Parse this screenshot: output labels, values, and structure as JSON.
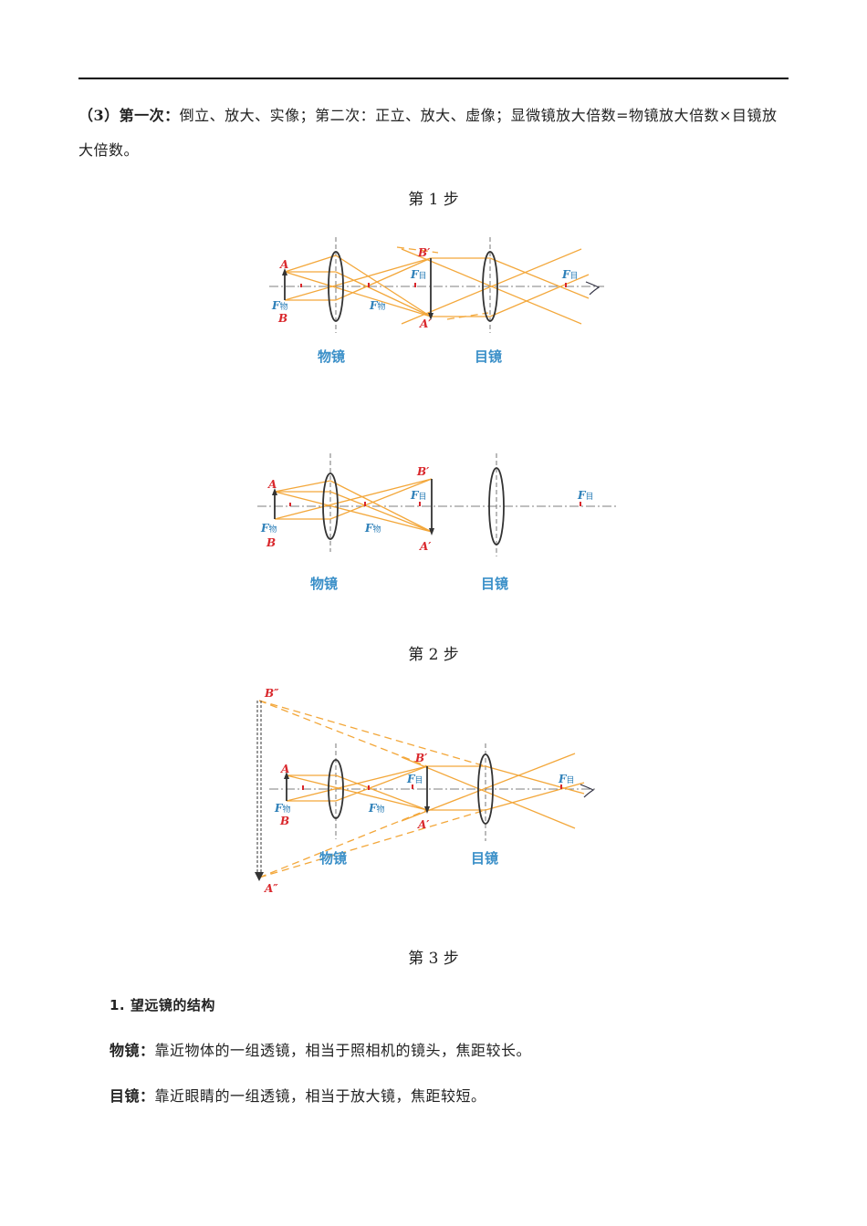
{
  "intro": {
    "prefix": "（3）第一次：",
    "text": "倒立、放大、实像；第二次：正立、放大、虚像；显微镜放大倍数=物镜放大倍数×目镜放大倍数。"
  },
  "captions": {
    "step1": "第 1 步",
    "step2": "第 2 步",
    "step3": "第 3 步"
  },
  "figure_labels": {
    "A": "A",
    "B": "B",
    "A1": "A′",
    "B1": "B′",
    "A2": "A″",
    "B2": "B″",
    "F": "F",
    "sub_obj": "物",
    "sub_eye": "目",
    "objective": "物镜",
    "eyepiece": "目镜"
  },
  "section": {
    "title": "1. 望远镜的结构",
    "items": [
      {
        "term": "物镜：",
        "desc": "靠近物体的一组透镜，相当于照相机的镜头，焦距较长。"
      },
      {
        "term": "目镜：",
        "desc": "靠近眼睛的一组透镜，相当于放大镜，焦距较短。"
      }
    ]
  },
  "colors": {
    "ray": "#f3a73a",
    "label_red": "#d9262b",
    "label_blue": "#2c7fb8"
  }
}
